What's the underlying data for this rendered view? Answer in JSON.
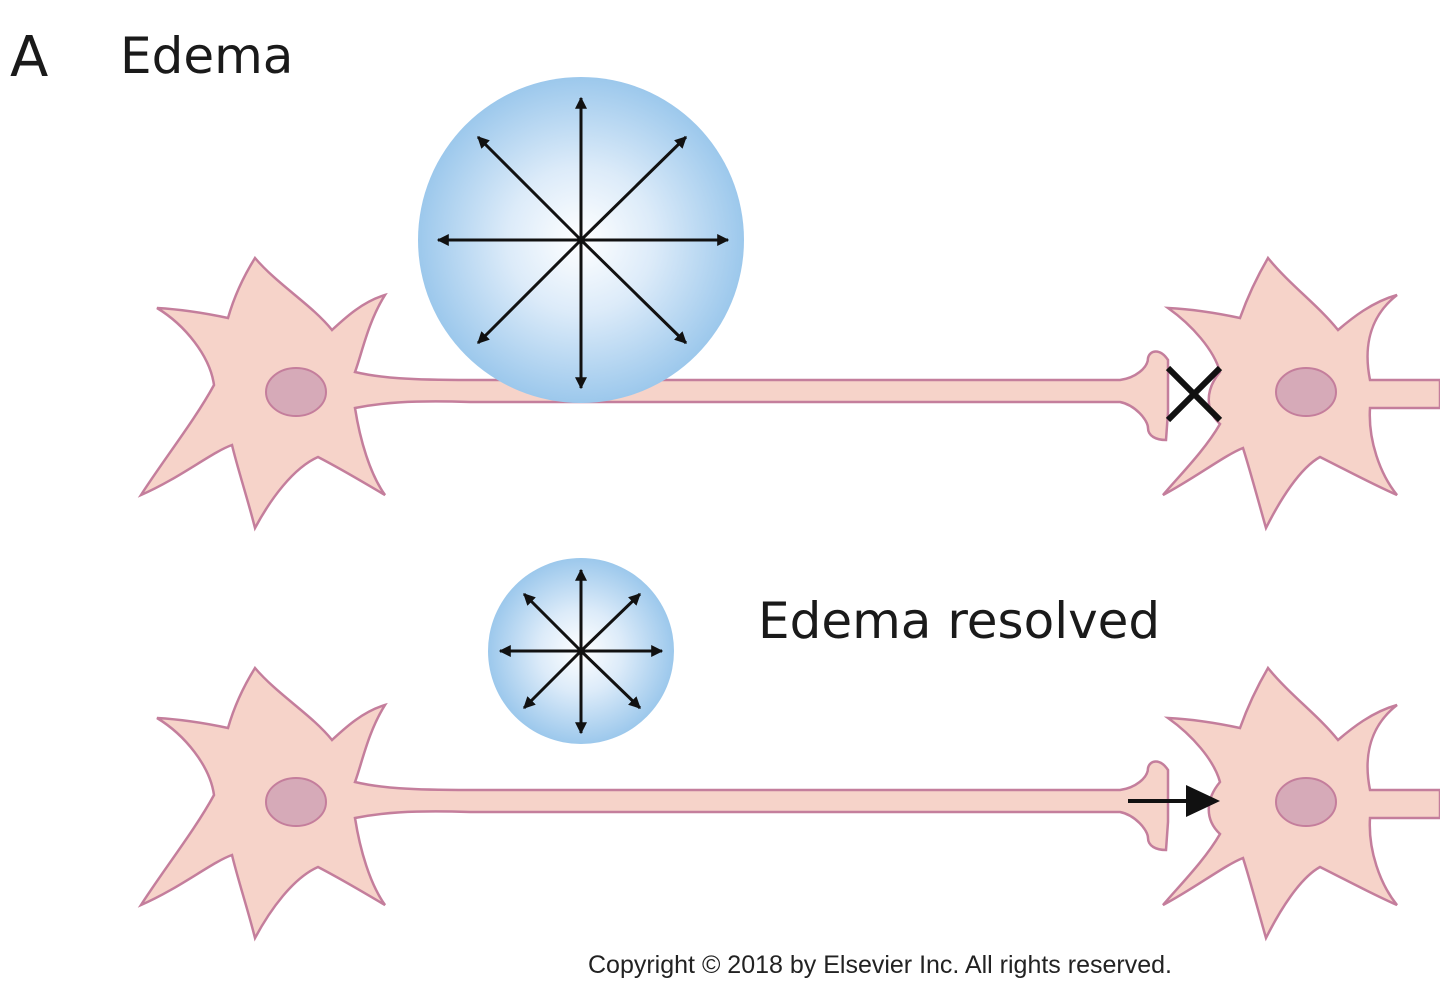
{
  "panel_label": "A",
  "title": "Edema",
  "edema_resolved_label": "Edema resolved",
  "copyright": "Copyright © 2018 by Elsevier Inc. All rights reserved.",
  "colors": {
    "neuron_fill": "#f6d3c9",
    "neuron_stroke": "#c47e9c",
    "nucleus_fill": "#d6aab8",
    "edema_edge": "#9cc8ec",
    "edema_center": "#ffffff",
    "arrow": "#111111"
  },
  "states": [
    {
      "name": "edema",
      "signal": "blocked",
      "mark": "x-icon"
    },
    {
      "name": "edema-resolved",
      "signal": "transmitted",
      "mark": "arrow-right-icon"
    }
  ]
}
